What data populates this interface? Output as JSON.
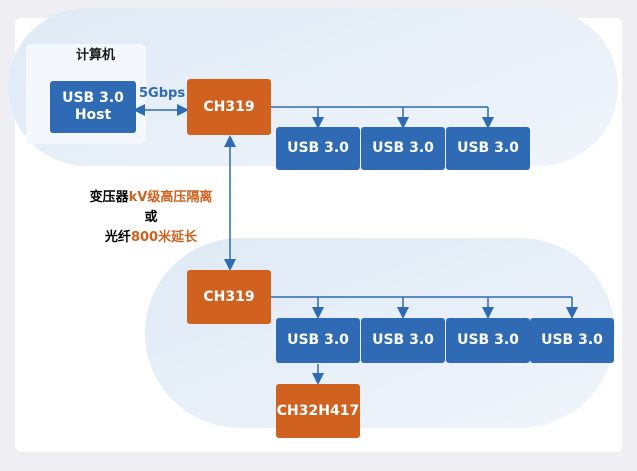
{
  "computer_label": "计算机",
  "host": {
    "line1": "USB 3.0",
    "line2": "Host"
  },
  "link_speed": "5Gbps",
  "top_chip": "CH319",
  "top_ports": [
    "USB 3.0",
    "USB 3.0",
    "USB 3.0"
  ],
  "isolation": {
    "line1_prefix": "变压器",
    "line1_highlight": "kV级高压隔离",
    "line2": "或",
    "line3_prefix": "光纤",
    "line3_highlight": "800米延长"
  },
  "bottom_chip": "CH319",
  "bottom_ports": [
    "USB 3.0",
    "USB 3.0",
    "USB 3.0",
    "USB 3.0"
  ],
  "sub_hub": "CH32H417",
  "colors": {
    "blue": "#2f6ab4",
    "orange": "#d0611f",
    "connector": "#2f6ab4"
  }
}
